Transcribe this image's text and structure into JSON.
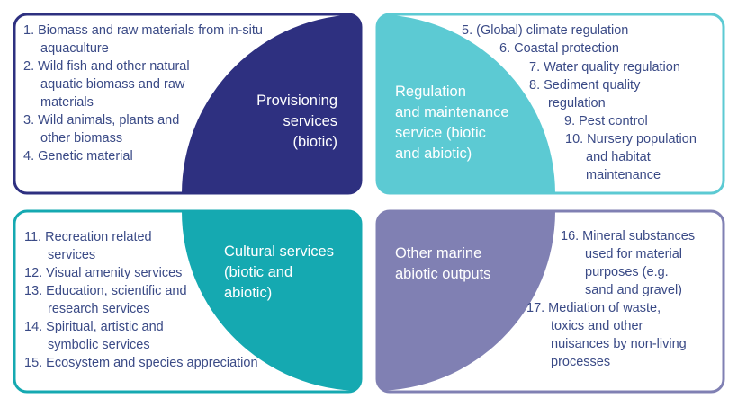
{
  "colors": {
    "provisioning": "#2e3080",
    "regulation": "#5ccad3",
    "cultural": "#15a9b1",
    "abiotic": "#8080b3",
    "text": "#3a4a86"
  },
  "provisioning": {
    "label": [
      "Provisioning",
      "services",
      "(biotic)"
    ],
    "items": [
      [
        "1. Biomass and raw materials from in-situ",
        "aquaculture"
      ],
      [
        "2. Wild fish and other natural",
        "aquatic biomass and raw",
        "materials"
      ],
      [
        "3. Wild animals, plants and",
        "other biomass"
      ],
      [
        "4. Genetic material"
      ]
    ]
  },
  "regulation": {
    "label": [
      "Regulation",
      "and maintenance",
      "service (biotic",
      "and abiotic)"
    ],
    "items": [
      [
        "5. (Global) climate regulation"
      ],
      [
        "6. Coastal protection"
      ],
      [
        "7. Water quality regulation"
      ],
      [
        "8. Sediment quality",
        "regulation"
      ],
      [
        "9. Pest control"
      ],
      [
        "10. Nursery population",
        "and habitat",
        "maintenance"
      ]
    ]
  },
  "cultural": {
    "label": [
      "Cultural services",
      "(biotic and",
      "abiotic)"
    ],
    "items": [
      [
        "11. Recreation related",
        "services"
      ],
      [
        "12. Visual amenity services"
      ],
      [
        "13. Education, scientific and",
        "research services"
      ],
      [
        "14. Spiritual, artistic and",
        "symbolic services"
      ],
      [
        "15. Ecosystem and species appreciation"
      ]
    ]
  },
  "abiotic": {
    "label": [
      "Other marine",
      "abiotic outputs"
    ],
    "items": [
      [
        "16. Mineral substances",
        "used for material",
        "purposes (e.g.",
        "sand and gravel)"
      ],
      [
        "17. Mediation of waste,",
        "toxics and other",
        "nuisances by non-living",
        "processes"
      ]
    ]
  }
}
